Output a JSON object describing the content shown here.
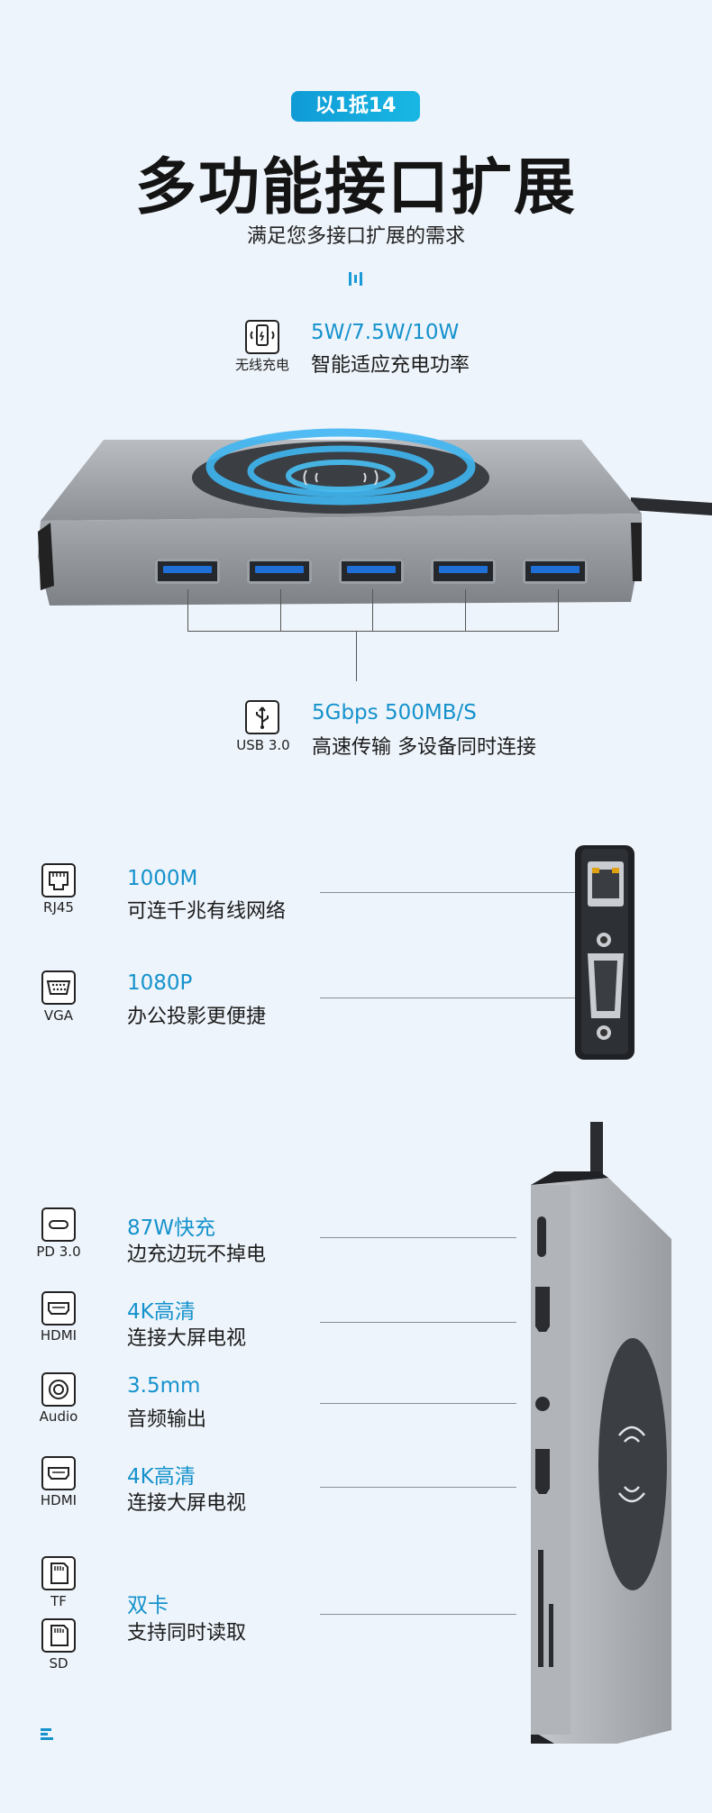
{
  "header": {
    "badge": "以1抵14",
    "title": "多功能接口扩展",
    "subtitle": "满足您多接口扩展的需求"
  },
  "wireless": {
    "icon": "wireless-charging-icon",
    "label": "无线充电",
    "spec": "5W/7.5W/10W",
    "desc": "智能适应充电功率"
  },
  "usb": {
    "icon": "usb-icon",
    "label": "USB 3.0",
    "spec": "5Gbps  500MB/S",
    "desc": "高速传输 多设备同时连接"
  },
  "side_features": [
    {
      "icon": "ethernet-port-icon",
      "label": "RJ45",
      "spec": "1000M",
      "desc": "可连千兆有线网络"
    },
    {
      "icon": "vga-port-icon",
      "label": "VGA",
      "spec": "1080P",
      "desc": "办公投影更便捷"
    }
  ],
  "bottom_features": [
    {
      "icon": "usb-c-port-icon",
      "label": "PD 3.0",
      "spec": "87W快充",
      "desc": "边充边玩不掉电"
    },
    {
      "icon": "hdmi-port-icon",
      "label": "HDMI",
      "spec": "4K高清",
      "desc": "连接大屏电视"
    },
    {
      "icon": "audio-jack-icon",
      "label": "Audio",
      "spec": "3.5mm",
      "desc": "音频输出"
    },
    {
      "icon": "hdmi-port-icon",
      "label": "HDMI",
      "spec": "4K高清",
      "desc": "连接大屏电视"
    }
  ],
  "card": {
    "tf_label": "TF",
    "sd_label": "SD",
    "spec": "双卡",
    "desc": "支持同时读取"
  },
  "colors": {
    "accent": "#1592cc",
    "background": "#eef4fb"
  }
}
